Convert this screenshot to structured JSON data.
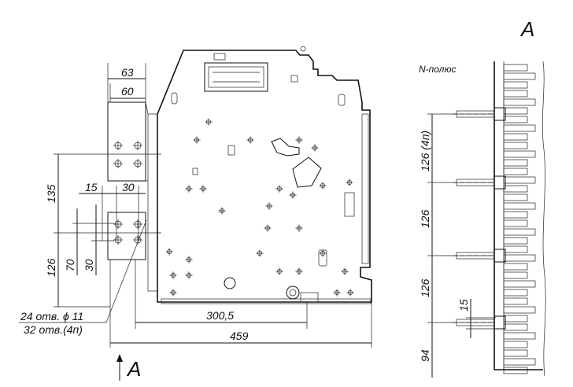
{
  "view_marker": "A",
  "section_label": "N-полюс",
  "front_view": {
    "dim_63": "63",
    "dim_60": "60",
    "dim_15": "15",
    "dim_30_top": "30",
    "dim_135": "135",
    "dim_126": "126",
    "dim_70": "70",
    "dim_30_side": "30",
    "dim_300_5": "300,5",
    "dim_459": "459",
    "holes_note_line1": "24 отв. ϕ 11",
    "holes_note_line2": "32 отв.(4п)",
    "view_arrow_label": "A"
  },
  "side_view": {
    "dim_126_4p": "126 (4п)",
    "dim_126_a": "126",
    "dim_126_b": "126",
    "dim_15": "15",
    "dim_94": "94"
  }
}
